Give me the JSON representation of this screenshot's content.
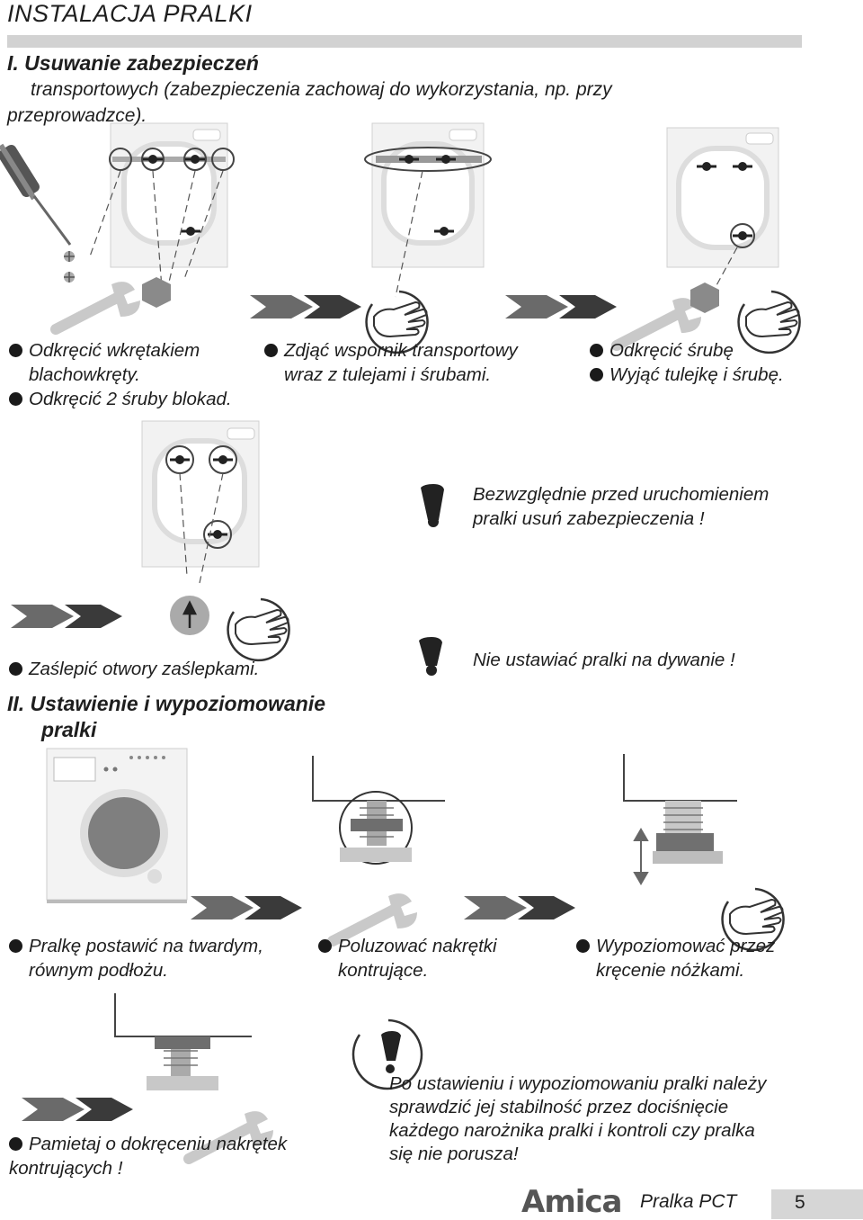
{
  "page": {
    "title": "INSTALACJA PRALKI",
    "section1": {
      "line1": "I. Usuwanie zabezpieczeń",
      "line2": "transportowych (zabezpieczenia zachowaj do wykorzystania, np. przy",
      "line3": "przeprowadzce)."
    },
    "steps_row1": {
      "a1": "Odkręcić wkrętakiem",
      "a2": "blachowkręty.",
      "a3": "Odkręcić 2 śruby blokad.",
      "b1": "Zdjąć wspornik transportowy",
      "b2": "wraz z tulejami i śrubami.",
      "c1": "Odkręcić śrubę",
      "c2": "Wyjąć tulejkę i śrubę."
    },
    "warning1": {
      "line1": "Bezwzględnie przed uruchomieniem",
      "line2": "pralki usuń  zabezpieczenia !"
    },
    "step_plugs": "Zaślepić otwory  zaślepkami.",
    "warning2": "Nie ustawiać  pralki  na dywanie !",
    "section2": {
      "line1": "II. Ustawienie i wypoziomowanie",
      "line2": "pralki"
    },
    "steps_row2": {
      "a1": "Pralkę postawić na twardym,",
      "a2": "równym podłożu.",
      "b1": "Poluzować nakrętki",
      "b2": "kontrujące.",
      "c1": "Wypoziomować przez",
      "c2": "kręcenie nóżkami."
    },
    "step_tighten": {
      "line1": "Pamietaj o dokręceniu nakrętek",
      "line2": "kontrujących !"
    },
    "warning3": {
      "line1": "Po ustawieniu i wypoziomowaniu pralki należy",
      "line2": "sprawdzić  jej   stabilność  przez   dociśnięcie",
      "line3": "każdego  narożnika pralki  i kontroli czy pralka",
      "line4": "się nie porusza!"
    }
  },
  "footer": {
    "brand": "Amica",
    "model": "Pralka PCT",
    "page_number": "5"
  },
  "icons": {
    "screwdriver": "screwdriver-icon",
    "wrench": "wrench-icon",
    "hand": "hand-icon",
    "arrow": "double-arrow-icon",
    "warning": "exclamation-icon",
    "washing_machine": "washing-machine-icon",
    "foot": "adjustable-foot-icon"
  }
}
